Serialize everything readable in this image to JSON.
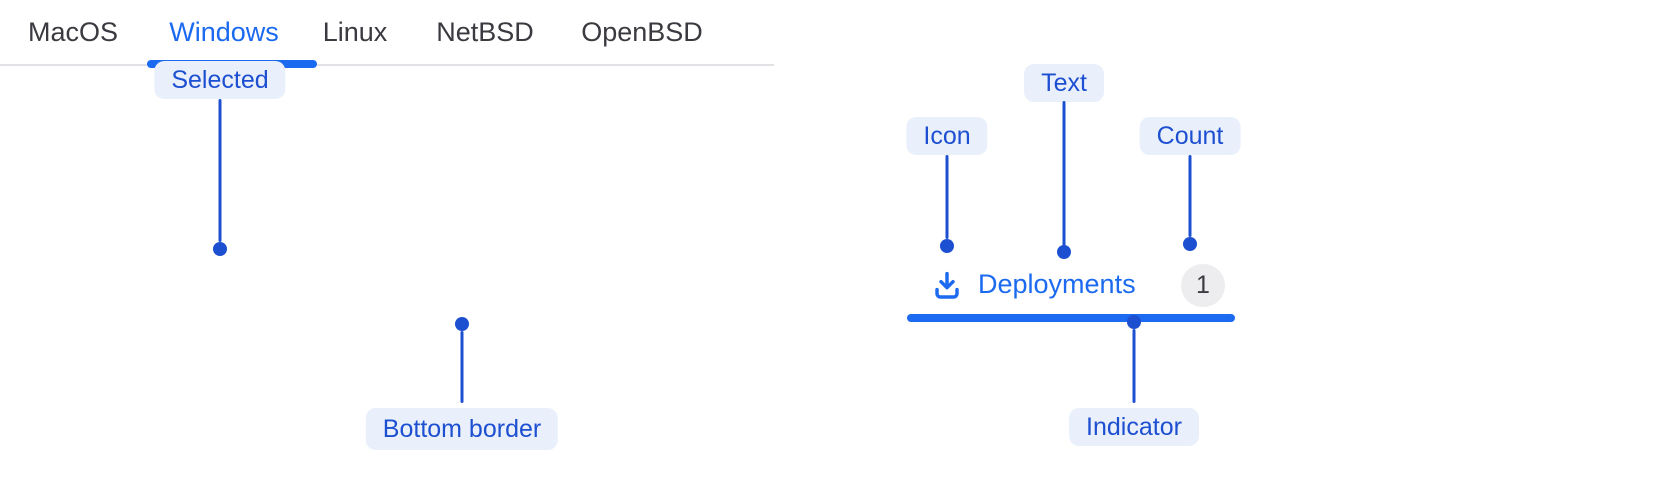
{
  "colors": {
    "annotation-blue": "#1d4fd1",
    "annotation-pill-bg": "#e9f0fc",
    "tab-active": "#1b6af0",
    "tab-inactive": "#3a3a40",
    "border-gray": "#e2e2e6",
    "badge-bg": "#ededf0",
    "badge-text": "#3a3a40",
    "canvas-bg": "#ffffff"
  },
  "tab_bar_example": {
    "tabs": [
      {
        "label": "MacOS",
        "selected": false
      },
      {
        "label": "Windows",
        "selected": true
      },
      {
        "label": "Linux",
        "selected": false
      },
      {
        "label": "NetBSD",
        "selected": false
      },
      {
        "label": "OpenBSD",
        "selected": false
      }
    ]
  },
  "single_tab_example": {
    "icon": "download-icon",
    "label": "Deployments",
    "count": "1"
  },
  "annotations": {
    "selected": {
      "label": "Selected"
    },
    "bottom_border": {
      "label": "Bottom border"
    },
    "icon": {
      "label": "Icon"
    },
    "text": {
      "label": "Text"
    },
    "count": {
      "label": "Count"
    },
    "indicator": {
      "label": "Indicator"
    }
  }
}
